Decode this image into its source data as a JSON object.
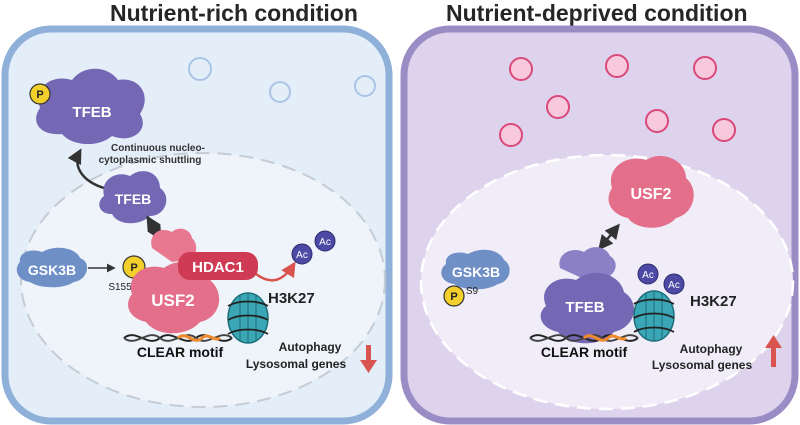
{
  "panels": {
    "left": {
      "title": "Nutrient-rich condition",
      "shuttling_label_line1": "Continuous nucleo-",
      "shuttling_label_line2": "cytoplasmic shuttling",
      "tfeb_cytoplasm": "TFEB",
      "tfeb_nucleus": "TFEB",
      "phospho": "P",
      "phospho_site": "S155",
      "gsk3b": "GSK3B",
      "hdac1": "HDAC1",
      "usf2": "USF2",
      "acetyl": "Ac",
      "histone_mark": "H3K27",
      "clear_motif": "CLEAR motif",
      "genes_line1": "Autophagy",
      "genes_line2": "Lysosomal genes",
      "gene_trend": "down"
    },
    "right": {
      "title": "Nutrient-deprived condition",
      "usf2": "USF2",
      "gsk3b": "GSK3B",
      "phospho": "P",
      "phospho_site": "S9",
      "tfeb": "TFEB",
      "acetyl": "Ac",
      "histone_mark": "H3K27",
      "clear_motif": "CLEAR motif",
      "genes_line1": "Autophagy",
      "genes_line2": "Lysosomal genes",
      "gene_trend": "up"
    }
  },
  "colors": {
    "left_cell_fill": "#e4eef8",
    "left_cell_border": "#8fb0d8",
    "right_cell_fill": "#ddd3ec",
    "right_cell_border": "#9a8cc4",
    "tfeb": "#7468b5",
    "usf2": "#e46f8a",
    "hdac1": "#cf3b54",
    "gsk3b": "#6f8fc7",
    "phospho": "#f3cf2c",
    "acetyl": "#4d4aa6",
    "histone": "#3aa6b6",
    "arrow_red": "#d9534f",
    "vesicle_left": "#a9c4e6",
    "vesicle_right": "#d9497a"
  }
}
